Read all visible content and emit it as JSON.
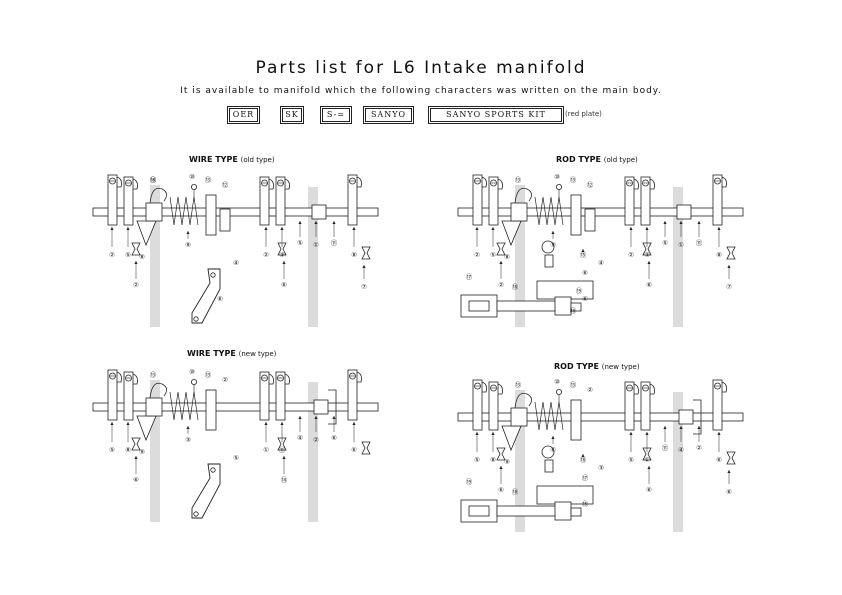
{
  "header": {
    "title": "Parts list for L6 Intake manifold",
    "subtitle": "It is available to manifold which the following characters was written on the main body."
  },
  "badges": [
    "OER",
    "SK",
    "S-=",
    "SANYO",
    "SANYO SPORTS KIT"
  ],
  "badge_note": "(red plate)",
  "sections": {
    "wire_old": {
      "title": "WIRE TYPE",
      "subtitle": "(old type)"
    },
    "rod_old": {
      "title": "ROD TYPE",
      "subtitle": "(old type)"
    },
    "wire_new": {
      "title": "WIRE TYPE",
      "subtitle": "(new type)"
    },
    "rod_new": {
      "title": "ROD TYPE",
      "subtitle": "(new type)"
    }
  },
  "callouts": {
    "wire_old": [
      "⑬",
      "⑩",
      "⑬",
      "⑫",
      "②",
      "⑤",
      "⑧",
      "⑨",
      "④",
      "②",
      "③",
      "⑤",
      "①",
      "⑪",
      "⑧",
      "②",
      "⑥",
      "⑦",
      "⑥",
      "⑭"
    ],
    "rod_old": [
      "⑬",
      "⑩",
      "⑬",
      "⑫",
      "②",
      "⑤",
      "⑧",
      "⑨",
      "④",
      "②",
      "③",
      "⑤",
      "①",
      "⑪",
      "⑧",
      "②",
      "⑥",
      "⑦",
      "⑥",
      "⑥",
      "⑮",
      "⑰",
      "⑱",
      "⑲",
      "⑱"
    ],
    "wire_new": [
      "⑬",
      "⑩",
      "⑬",
      "②",
      "⑤",
      "⑧",
      "⑨",
      "③",
      "⑤",
      "①",
      "⑪",
      "④",
      "②",
      "⑥",
      "⑥",
      "⑥",
      "⑭"
    ],
    "rod_new": [
      "⑬",
      "⑩",
      "⑬",
      "②",
      "⑤",
      "⑧",
      "⑨",
      "⑥",
      "③",
      "⑤",
      "①",
      "⑪",
      "④",
      "②",
      "⑥",
      "⑥",
      "⑥",
      "⑥",
      "⑮",
      "⑰",
      "⑱",
      "⑲",
      "⑱"
    ]
  },
  "colors": {
    "ink": "#222222",
    "shade": "#dcdcdc",
    "background": "#ffffff"
  }
}
